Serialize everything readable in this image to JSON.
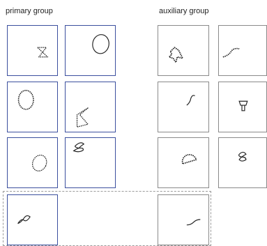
{
  "labels": {
    "primary": "primary group",
    "auxiliary": "auxiliary group"
  },
  "colors": {
    "primary_border": "#3b4f9e",
    "auxiliary_border": "#8a8a8a",
    "dashed_border": "#9a9a9a",
    "sketch_stroke": "#222222"
  },
  "primary_cells": [
    {
      "sketch": "bowtie"
    },
    {
      "sketch": "oval"
    },
    {
      "sketch": "oval"
    },
    {
      "sketch": "bowtie"
    },
    {
      "sketch": "oval"
    },
    {
      "sketch": "curved-shape"
    },
    {
      "sketch": "squiggle"
    }
  ],
  "auxiliary_cells": [
    {
      "sketch": "arrow"
    },
    {
      "sketch": "squiggle"
    },
    {
      "sketch": "squiggle"
    },
    {
      "sketch": "mushroom"
    },
    {
      "sketch": "half-circle"
    },
    {
      "sketch": "curved-shape"
    },
    {
      "sketch": "squiggle"
    }
  ]
}
